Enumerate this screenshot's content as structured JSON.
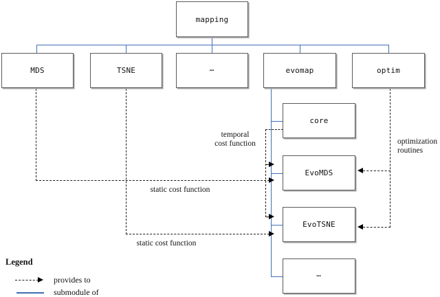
{
  "diagram": {
    "nodes": {
      "root": {
        "label": "mapping"
      },
      "level1": [
        {
          "label": "MDS"
        },
        {
          "label": "TSNE"
        },
        {
          "label": "…"
        },
        {
          "label": "evomap"
        },
        {
          "label": "optim"
        }
      ],
      "evomap_children": [
        {
          "label": "core"
        },
        {
          "label": "EvoMDS"
        },
        {
          "label": "EvoTSNE"
        },
        {
          "label": "…"
        }
      ]
    },
    "edge_labels": {
      "temporal": "temporal\ncost function",
      "static_mds": "static cost function",
      "static_tsne": "static cost function",
      "optimization": "optimization\nroutines"
    },
    "legend": {
      "title": "Legend",
      "items": [
        {
          "style": "dashed-arrow",
          "label": "provides to"
        },
        {
          "style": "solid-blue-line",
          "label": "submodule of"
        }
      ]
    },
    "colors": {
      "submodule_line": "#3f6fb5",
      "provides_line": "#1b1b1b",
      "box_border": "#5a5a5a",
      "background": "#ffffff"
    }
  }
}
